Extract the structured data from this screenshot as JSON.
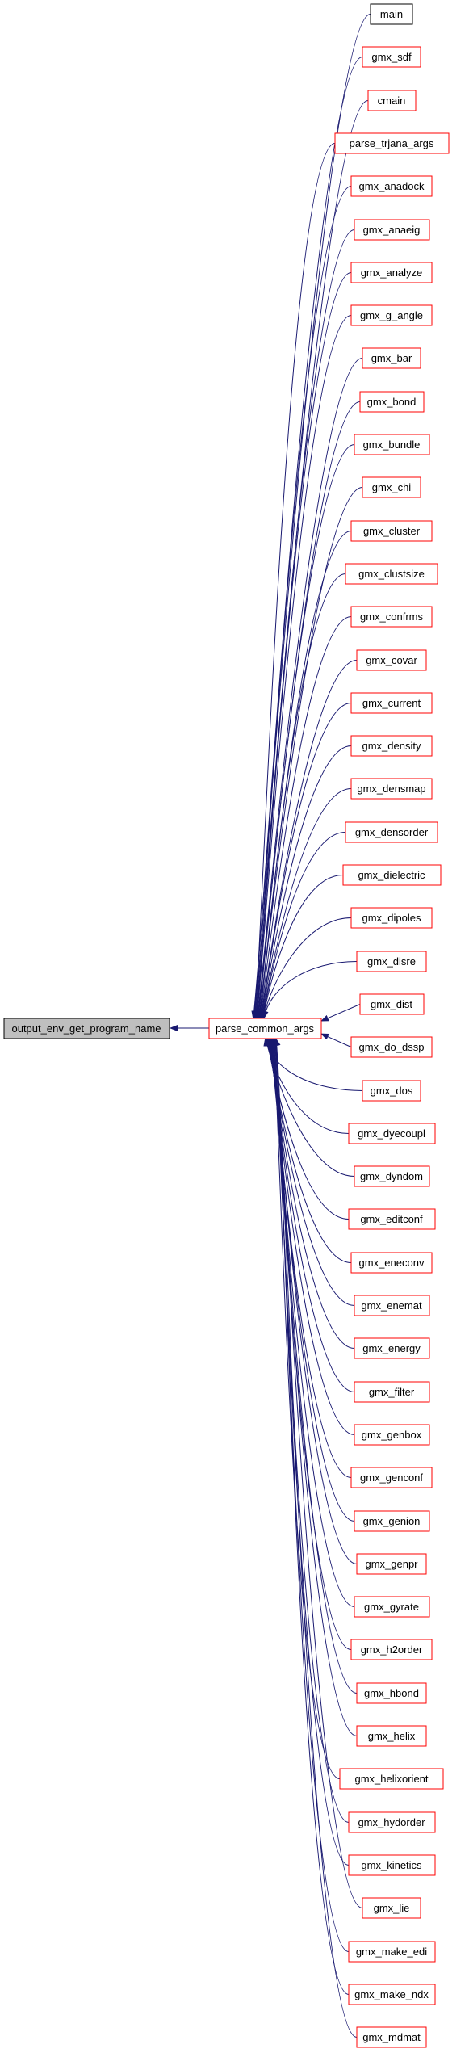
{
  "graph": {
    "root": {
      "label": "output_env_get_program_name",
      "fill": "#bfbfbf",
      "border": "#000000"
    },
    "hub": {
      "label": "parse_common_args",
      "fill": "#ffffff",
      "border": "#ff0000"
    },
    "edge_color": "#191970",
    "callers": [
      {
        "label": "main",
        "border": "#000000"
      },
      {
        "label": "gmx_sdf",
        "border": "#ff0000"
      },
      {
        "label": "cmain",
        "border": "#ff0000"
      },
      {
        "label": "parse_trjana_args",
        "border": "#ff0000"
      },
      {
        "label": "gmx_anadock",
        "border": "#ff0000"
      },
      {
        "label": "gmx_anaeig",
        "border": "#ff0000"
      },
      {
        "label": "gmx_analyze",
        "border": "#ff0000"
      },
      {
        "label": "gmx_g_angle",
        "border": "#ff0000"
      },
      {
        "label": "gmx_bar",
        "border": "#ff0000"
      },
      {
        "label": "gmx_bond",
        "border": "#ff0000"
      },
      {
        "label": "gmx_bundle",
        "border": "#ff0000"
      },
      {
        "label": "gmx_chi",
        "border": "#ff0000"
      },
      {
        "label": "gmx_cluster",
        "border": "#ff0000"
      },
      {
        "label": "gmx_clustsize",
        "border": "#ff0000"
      },
      {
        "label": "gmx_confrms",
        "border": "#ff0000"
      },
      {
        "label": "gmx_covar",
        "border": "#ff0000"
      },
      {
        "label": "gmx_current",
        "border": "#ff0000"
      },
      {
        "label": "gmx_density",
        "border": "#ff0000"
      },
      {
        "label": "gmx_densmap",
        "border": "#ff0000"
      },
      {
        "label": "gmx_densorder",
        "border": "#ff0000"
      },
      {
        "label": "gmx_dielectric",
        "border": "#ff0000"
      },
      {
        "label": "gmx_dipoles",
        "border": "#ff0000"
      },
      {
        "label": "gmx_disre",
        "border": "#ff0000"
      },
      {
        "label": "gmx_dist",
        "border": "#ff0000"
      },
      {
        "label": "gmx_do_dssp",
        "border": "#ff0000"
      },
      {
        "label": "gmx_dos",
        "border": "#ff0000"
      },
      {
        "label": "gmx_dyecoupl",
        "border": "#ff0000"
      },
      {
        "label": "gmx_dyndom",
        "border": "#ff0000"
      },
      {
        "label": "gmx_editconf",
        "border": "#ff0000"
      },
      {
        "label": "gmx_eneconv",
        "border": "#ff0000"
      },
      {
        "label": "gmx_enemat",
        "border": "#ff0000"
      },
      {
        "label": "gmx_energy",
        "border": "#ff0000"
      },
      {
        "label": "gmx_filter",
        "border": "#ff0000"
      },
      {
        "label": "gmx_genbox",
        "border": "#ff0000"
      },
      {
        "label": "gmx_genconf",
        "border": "#ff0000"
      },
      {
        "label": "gmx_genion",
        "border": "#ff0000"
      },
      {
        "label": "gmx_genpr",
        "border": "#ff0000"
      },
      {
        "label": "gmx_gyrate",
        "border": "#ff0000"
      },
      {
        "label": "gmx_h2order",
        "border": "#ff0000"
      },
      {
        "label": "gmx_hbond",
        "border": "#ff0000"
      },
      {
        "label": "gmx_helix",
        "border": "#ff0000"
      },
      {
        "label": "gmx_helixorient",
        "border": "#ff0000"
      },
      {
        "label": "gmx_hydorder",
        "border": "#ff0000"
      },
      {
        "label": "gmx_kinetics",
        "border": "#ff0000"
      },
      {
        "label": "gmx_lie",
        "border": "#ff0000"
      },
      {
        "label": "gmx_make_edi",
        "border": "#ff0000"
      },
      {
        "label": "gmx_make_ndx",
        "border": "#ff0000"
      },
      {
        "label": "gmx_mdmat",
        "border": "#ff0000"
      }
    ]
  }
}
